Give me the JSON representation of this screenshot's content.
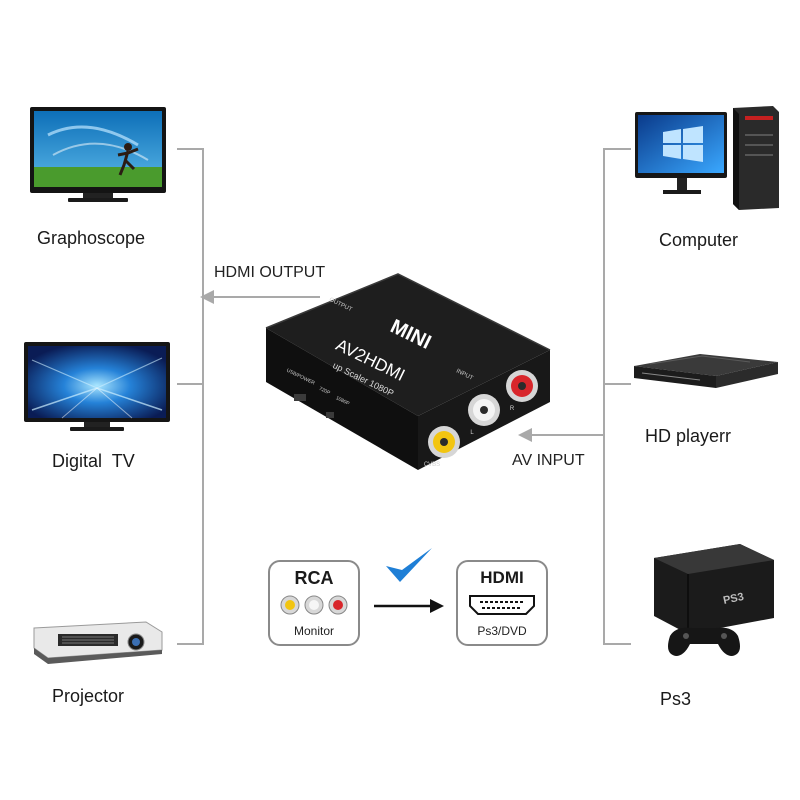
{
  "devices": {
    "graphoscope": "Graphoscope",
    "digital_tv": "Digital  TV",
    "projector": "Projector",
    "computer": "Computer",
    "hd_player": "HD playerr",
    "ps3": "Ps3"
  },
  "flow": {
    "output_label": "HDMI OUTPUT",
    "input_label": "AV INPUT"
  },
  "adapter": {
    "brand": "MINI",
    "model": "AV2HDMI",
    "subtitle": "up Scaler 1080P",
    "port_output": "OUTPUT",
    "port_input": "INPUT",
    "port_usb": "USB/POWER",
    "switch_720": "720P",
    "switch_1080": "1080P",
    "jack_cvbs": "CVBS",
    "jack_l": "L",
    "jack_r": "R"
  },
  "rca_card": {
    "title": "RCA",
    "subtitle": "Monitor"
  },
  "hdmi_card": {
    "title": "HDMI",
    "subtitle": "Ps3/DVD"
  },
  "colors": {
    "connector_line": "#a9a9a9",
    "check_blue": "#1f7fd6",
    "jack_yellow": "#f2c511",
    "jack_white": "#e8e8e8",
    "jack_red": "#d8262b",
    "device_black": "#1c1c1c"
  }
}
